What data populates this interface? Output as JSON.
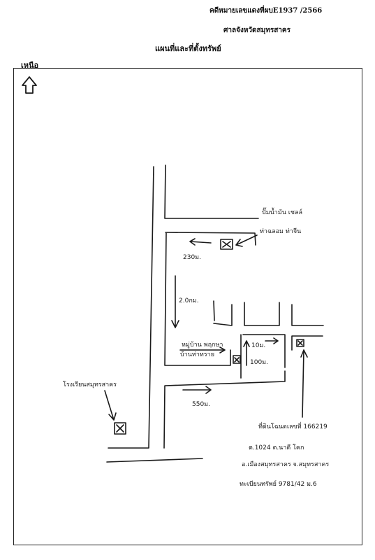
{
  "header": {
    "case_number": "คดีหมายเลขแดงที่ผบE1937 /2566",
    "court": "ศาลจังหวัดสมุทรสาคร",
    "title": "แผนที่และที่ตั้งทรัพย์"
  },
  "north_label": "เหนือ",
  "icons": {
    "north_arrow": "north-arrow-icon",
    "landmark": "x-box-marker-icon"
  },
  "colors": {
    "ink": "#1a1a1a",
    "paper": "#ffffff"
  },
  "map": {
    "landmark_top": {
      "line1": "ปั๊มน้ำมัน เชลล์",
      "line2": "ท่าฉลอม ท่าจีน"
    },
    "distance_top": "230ม.",
    "distance_mid": "2.0กม.",
    "label_village": {
      "line1": "หมู่บ้าน พฤกษา",
      "line2": "บ้านท่าทราย"
    },
    "distance_small_1": "10ม.",
    "distance_small_2": "100ม.",
    "distance_bottom": "550ม.",
    "landmark_left": "โรงเรียนสมุทรสาคร",
    "property": {
      "line1": "ที่ดินโฉนดเลขที่ 166219",
      "line2": "ต.1024 ต.นาดี โคก",
      "line3": "อ.เมืองสมุทรสาคร จ.สมุทรสาคร",
      "line4": "ทะเบียนทรัพย์ 9781/42 ม.6"
    }
  }
}
